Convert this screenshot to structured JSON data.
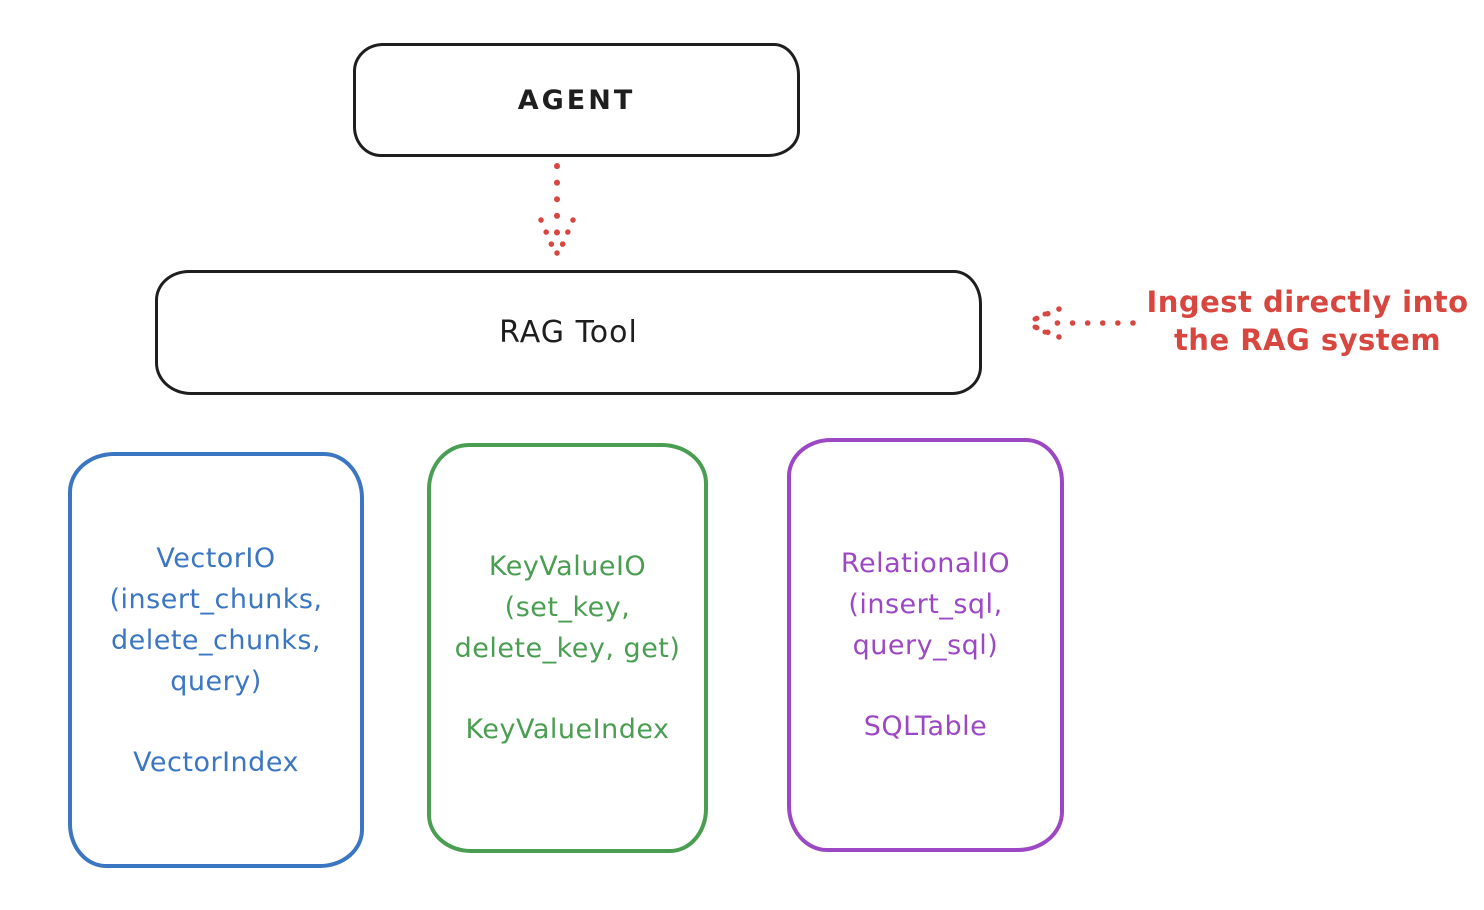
{
  "colors": {
    "ink": "#1e1e1e",
    "red": "#d8473f",
    "blue": "#3b76c2",
    "green": "#4a9e52",
    "purple": "#9c48c4",
    "background": "#ffffff"
  },
  "agent": {
    "label": "AGENT"
  },
  "rag_tool": {
    "label": "RAG Tool"
  },
  "flow_arrow": {
    "icon": "dotted-arrow-down",
    "color": "#d8473f"
  },
  "annotation": {
    "line1": "Ingest directly into",
    "line2": "the RAG system",
    "color": "#d8473f",
    "arrow_icon": "dotted-arrow-left"
  },
  "storage_boxes": [
    {
      "name": "VectorIO",
      "color": "#3b76c2",
      "lines": [
        "VectorIO",
        "(insert_chunks,",
        "delete_chunks,",
        "query)"
      ],
      "index_label": "VectorIndex"
    },
    {
      "name": "KeyValueIO",
      "color": "#4a9e52",
      "lines": [
        "KeyValueIO",
        "(set_key,",
        "delete_key, get)"
      ],
      "index_label": "KeyValueIndex"
    },
    {
      "name": "RelationalIO",
      "color": "#9c48c4",
      "lines": [
        "RelationalIO",
        "(insert_sql,",
        "query_sql)"
      ],
      "index_label": "SQLTable"
    }
  ]
}
